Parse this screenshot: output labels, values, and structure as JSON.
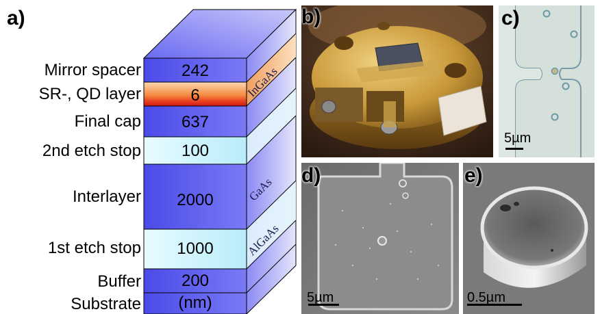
{
  "panels": {
    "a": "a)",
    "b": "b)",
    "c": "c)",
    "d": "d)",
    "e": "e)"
  },
  "layers": [
    {
      "name": "Mirror spacer",
      "value": "242"
    },
    {
      "name": "SR-, QD layer",
      "value": "6"
    },
    {
      "name": "Final cap",
      "value": "637"
    },
    {
      "name": "2nd etch stop",
      "value": "100"
    },
    {
      "name": "Interlayer",
      "value": "2000"
    },
    {
      "name": "1st etch stop",
      "value": "1000"
    },
    {
      "name": "Buffer",
      "value": "200"
    },
    {
      "name": "Substrate",
      "value": "(nm)"
    }
  ],
  "materials": {
    "ingaas": "InGaAs",
    "gaas": "GaAs",
    "algaas": "AlGaAs"
  },
  "scalebars": {
    "c": "5µm",
    "d": "5µm",
    "e": "0.5µm"
  },
  "colors": {
    "gaas_blue": "#5a5af0",
    "algaas_light": "#d8f4fc",
    "qd_orange": "#f08040",
    "qd_red": "#e02020",
    "gold": "#c8a040"
  }
}
